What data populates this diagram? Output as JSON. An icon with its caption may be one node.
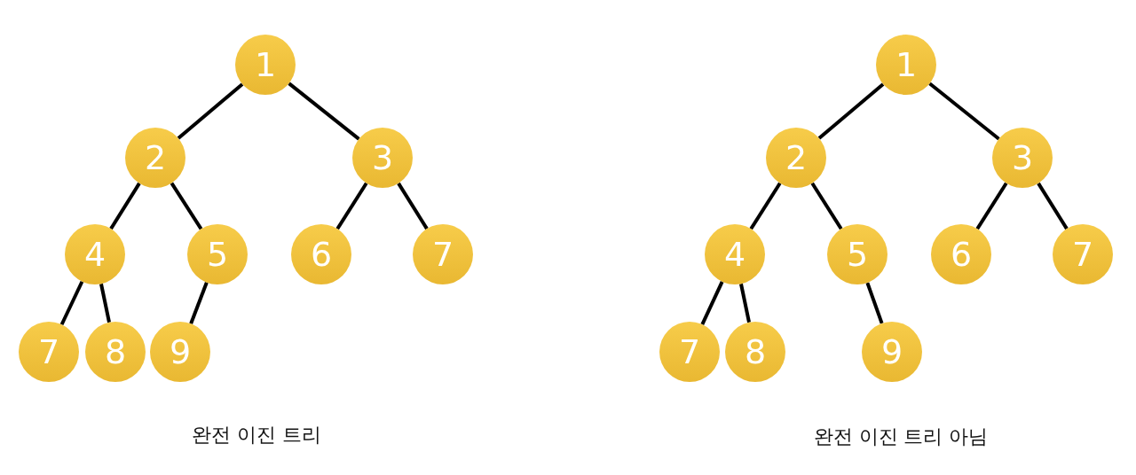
{
  "diagram": {
    "nodes": [
      {
        "text": [
          "1"
        ]
      },
      {
        "text": [
          "2"
        ]
      },
      {
        "text": [
          "3"
        ]
      },
      {
        "text": [
          "4"
        ]
      },
      {
        "text": [
          "5"
        ]
      },
      {
        "text": [
          "6"
        ]
      },
      {
        "text": [
          "7"
        ]
      },
      {
        "text": [
          "7"
        ]
      },
      {
        "text": [
          "8"
        ]
      },
      {
        "text": [
          "9"
        ]
      },
      {
        "text": [
          "1"
        ]
      },
      {
        "text": [
          "2"
        ]
      },
      {
        "text": [
          "3"
        ]
      },
      {
        "text": [
          "4"
        ]
      },
      {
        "text": [
          "5"
        ]
      },
      {
        "text": [
          "6"
        ]
      },
      {
        "text": [
          "7"
        ]
      },
      {
        "text": [
          "7"
        ]
      },
      {
        "text": [
          "8"
        ]
      },
      {
        "text": [
          "9"
        ]
      }
    ],
    "edges": [
      {
        "from": 0,
        "to": 1,
        "arrow": "none"
      },
      {
        "from": 0,
        "to": 2,
        "arrow": "none"
      },
      {
        "from": 1,
        "to": 3,
        "arrow": "none"
      },
      {
        "from": 1,
        "to": 4,
        "arrow": "none"
      },
      {
        "from": 2,
        "to": 5,
        "arrow": "none"
      },
      {
        "from": 2,
        "to": 6,
        "arrow": "none"
      },
      {
        "from": 3,
        "to": 7,
        "arrow": "none"
      },
      {
        "from": 3,
        "to": 8,
        "arrow": "none"
      },
      {
        "from": 4,
        "to": 9,
        "arrow": "none"
      },
      {
        "from": 10,
        "to": 11,
        "arrow": "none"
      },
      {
        "from": 10,
        "to": 12,
        "arrow": "none"
      },
      {
        "from": 11,
        "to": 13,
        "arrow": "none"
      },
      {
        "from": 11,
        "to": 14,
        "arrow": "none"
      },
      {
        "from": 12,
        "to": 15,
        "arrow": "none"
      },
      {
        "from": 12,
        "to": 16,
        "arrow": "none"
      },
      {
        "from": 13,
        "to": 17,
        "arrow": "none"
      },
      {
        "from": 13,
        "to": 18,
        "arrow": "none"
      },
      {
        "from": 14,
        "to": 19,
        "arrow": "none"
      }
    ],
    "labels": [
      "완전 이진 트리",
      "완전 이진 트리 아님"
    ]
  }
}
